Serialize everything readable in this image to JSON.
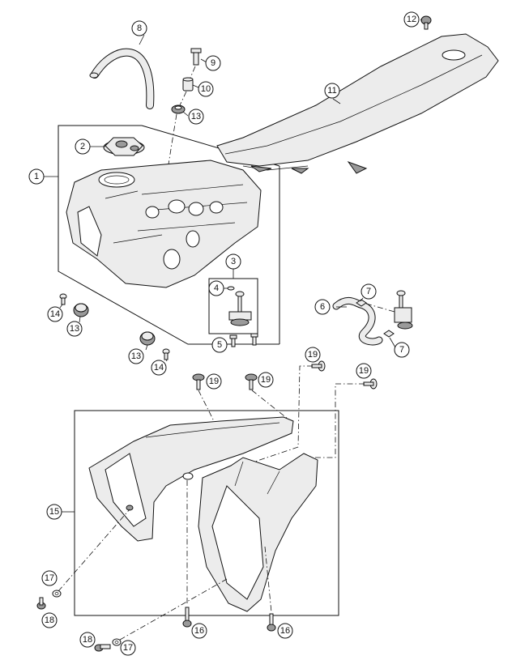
{
  "callouts": {
    "c1": "1",
    "c2": "2",
    "c3": "3",
    "c4": "4",
    "c5": "5",
    "c6": "6",
    "c7a": "7",
    "c7b": "7",
    "c8": "8",
    "c9": "9",
    "c10": "10",
    "c11": "11",
    "c12": "12",
    "c13a": "13",
    "c13b": "13",
    "c13c": "13",
    "c14a": "14",
    "c14b": "14",
    "c15": "15",
    "c16a": "16",
    "c16b": "16",
    "c17a": "17",
    "c17b": "17",
    "c18a": "18",
    "c18b": "18",
    "c19a": "19",
    "c19b": "19",
    "c19c": "19",
    "c19d": "19"
  }
}
